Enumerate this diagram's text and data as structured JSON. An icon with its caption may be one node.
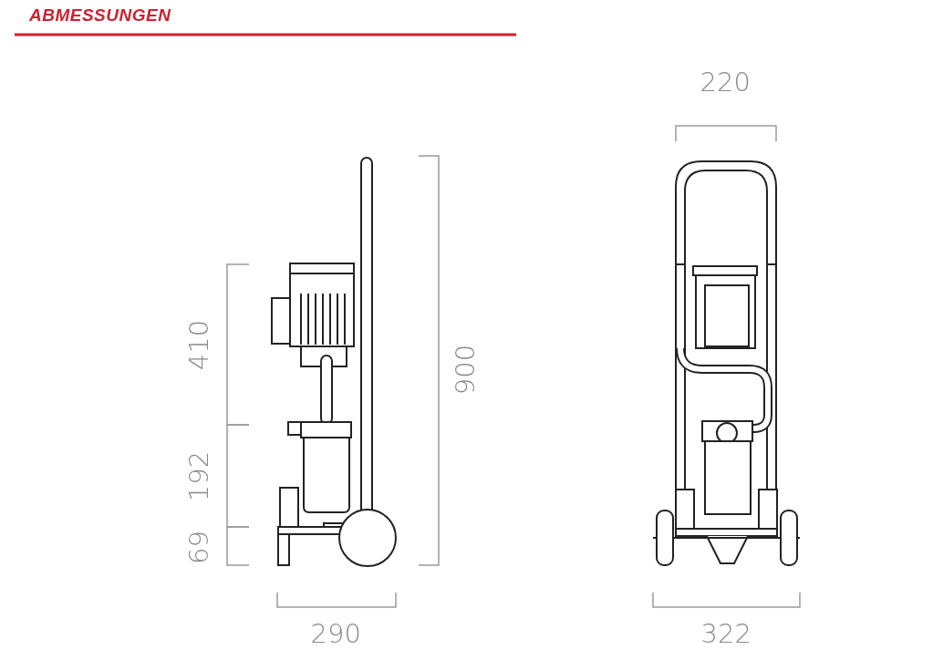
{
  "diagram": {
    "title": "ABMESSUNGEN",
    "labels": [
      "220",
      "410",
      "900",
      "192",
      "69",
      "290",
      "322"
    ]
  }
}
